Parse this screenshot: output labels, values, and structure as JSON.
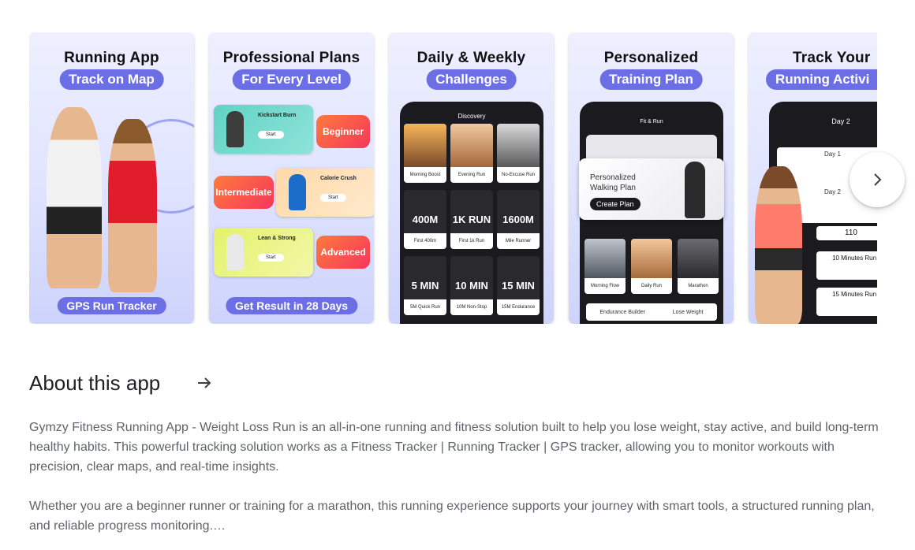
{
  "screenshots": [
    {
      "title": "Running App",
      "pill": "Track on Map",
      "bottom": "GPS Run Tracker"
    },
    {
      "title": "Professional Plans",
      "pill": "For Every Level",
      "bottom": "Get Result in 28 Days",
      "plans": [
        "Kickstart Burn",
        "Calorie Crush",
        "Lean & Strong"
      ],
      "start": "Start",
      "levels": [
        "Beginner",
        "Intermediate",
        "Advanced"
      ]
    },
    {
      "title": "Daily & Weekly",
      "pill": "Challenges",
      "screen": "Discovery",
      "tiles": [
        {
          "big": "",
          "cap": "Morning Boost"
        },
        {
          "big": "",
          "cap": "Evening Run"
        },
        {
          "big": "",
          "cap": "No-Excuse Run"
        },
        {
          "big": "400M",
          "cap": "First 400m"
        },
        {
          "big": "1K RUN",
          "cap": "First 1k Run"
        },
        {
          "big": "1600M",
          "cap": "Mile Runner"
        },
        {
          "big": "5 MIN",
          "cap": "5M Quick Run"
        },
        {
          "big": "10 MIN",
          "cap": "10M Non-Stop"
        },
        {
          "big": "15 MIN",
          "cap": "15M Endurance"
        }
      ]
    },
    {
      "title": "Personalized",
      "pill": "Training Plan",
      "screen": "Fit & Run",
      "card": "Personalized Walking Plan",
      "cta": "Create Plan",
      "tiles": [
        "Morning Flow",
        "Daily Run",
        "Marathon"
      ],
      "footer": [
        "Endurance Builder",
        "Lose Weight"
      ]
    },
    {
      "title": "Track Your",
      "pill": "Running Activi",
      "screen": "Day 2",
      "rows": [
        "Day 1",
        "Day 2",
        "10 Minutes Run",
        "15 Minutes Run"
      ],
      "value": "110"
    }
  ],
  "about": {
    "title": "About this app",
    "p1": "Gymzy Fitness Running App - Weight Loss Run is an all-in-one running and fitness solution built to help you lose weight, stay active, and build long-term healthy habits. This powerful tracking solution works as a Fitness Tracker | Running Tracker | GPS tracker, allowing you to monitor workouts with precision, clear maps, and real-time insights.",
    "p2": "Whether you are a beginner runner or training for a marathon, this running experience supports your journey with smart tools, a structured running plan, and reliable progress monitoring.…"
  },
  "colors": {
    "accent": "#6c6ee6",
    "text": "#202124",
    "secondary": "#5f6368"
  },
  "icons": {
    "next": "chevron-right-icon",
    "about_arrow": "arrow-right-icon"
  }
}
